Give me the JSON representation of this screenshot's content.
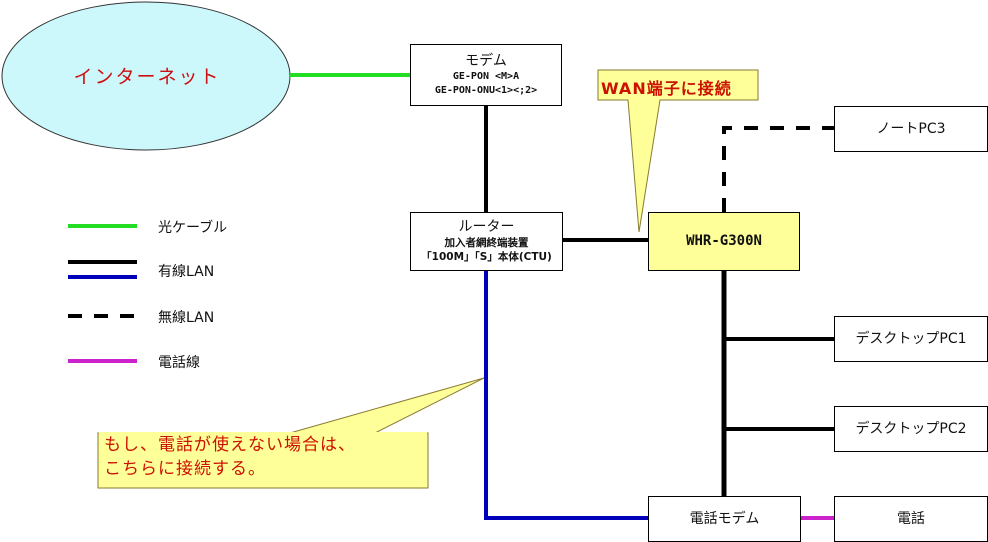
{
  "diagram": {
    "internet": {
      "label": "インターネット"
    },
    "modem": {
      "title": "モデム",
      "line1": "GE-PON <M>A",
      "line2": "GE-PON-ONU<1><;2>"
    },
    "router": {
      "title": "ルーター",
      "line1": "加入者網終端装置",
      "line2": "「100M」「S」本体(CTU)"
    },
    "wifi_router": {
      "label": "WHR-G300N"
    },
    "notebook_pc3": {
      "label": "ノートPC3"
    },
    "desktop_pc1": {
      "label": "デスクトップPC1"
    },
    "desktop_pc2": {
      "label": "デスクトップPC2"
    },
    "phone_modem": {
      "label": "電話モデム"
    },
    "phone": {
      "label": "電話"
    },
    "callouts": {
      "wan": "WAN端子に接続",
      "note_line1": "もし、電話が使えない場合は、",
      "note_line2": "こちらに接続する。"
    },
    "legend": [
      {
        "label": "光ケーブル",
        "style": "solid",
        "colors": [
          "#22dd22"
        ]
      },
      {
        "label": "有線LAN",
        "style": "solid",
        "colors": [
          "#000000",
          "#0000bb"
        ]
      },
      {
        "label": "無線LAN",
        "style": "dashed",
        "colors": [
          "#000000"
        ]
      },
      {
        "label": "電話線",
        "style": "solid",
        "colors": [
          "#cc22cc"
        ]
      }
    ],
    "colors": {
      "fiber": "#22dd22",
      "lan_black": "#000000",
      "lan_blue": "#0000bb",
      "phone_line": "#cc22cc",
      "internet_fill": "#ccf8fc",
      "callout_fill": "#ffff99",
      "callout_text": "#cc1100"
    }
  }
}
